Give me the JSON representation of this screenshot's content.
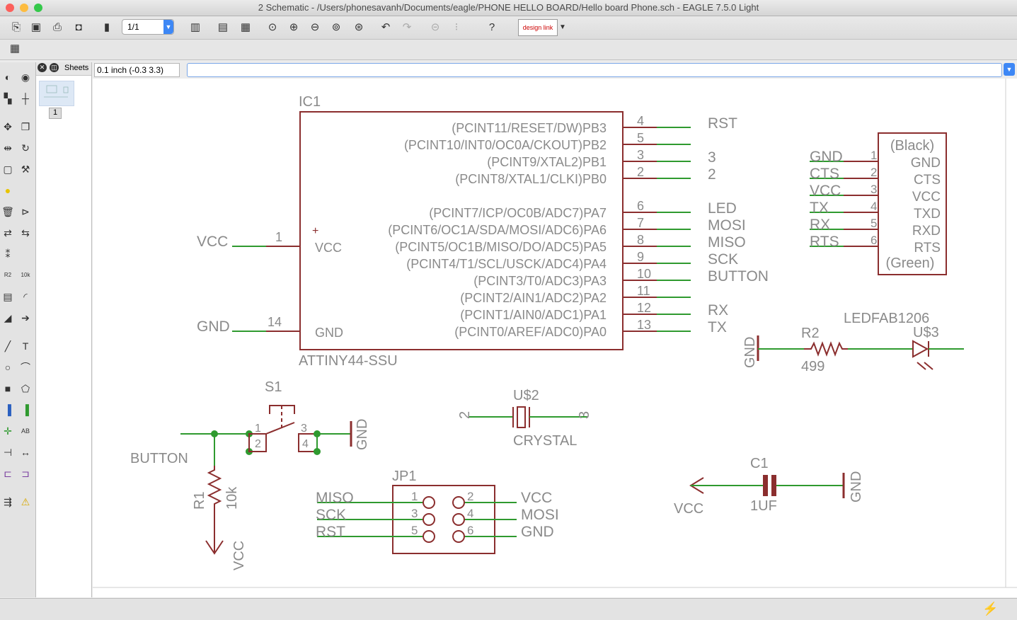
{
  "window": {
    "title": "2 Schematic - /Users/phonesavanh/Documents/eagle/PHONE HELLO BOARD/Hello board Phone.sch - EAGLE 7.5.0 Light"
  },
  "toolbar": {
    "sheet_value": "1/1",
    "designlink_label": "design link"
  },
  "sheets_panel": {
    "header": "Sheets",
    "sheet_number": "1"
  },
  "command_bar": {
    "coordinate": "0.1 inch (-0.3 3.3)",
    "command_value": ""
  },
  "schematic": {
    "ic1": {
      "name": "IC1",
      "value": "ATTINY44-SSU",
      "power_pins": [
        {
          "net": "VCC",
          "num": "1",
          "pin": "VCC"
        },
        {
          "net": "GND",
          "num": "14",
          "pin": "GND"
        }
      ],
      "pins": [
        {
          "label": "(PCINT11/RESET/DW)PB3",
          "num": "4",
          "net": "RST"
        },
        {
          "label": "(PCINT10/INT0/OC0A/CKOUT)PB2",
          "num": "5",
          "net": ""
        },
        {
          "label": "(PCINT9/XTAL2)PB1",
          "num": "3",
          "net": "3"
        },
        {
          "label": "(PCINT8/XTAL1/CLKI)PB0",
          "num": "2",
          "net": "2"
        },
        {
          "label": "(PCINT7/ICP/OC0B/ADC7)PA7",
          "num": "6",
          "net": "LED"
        },
        {
          "label": "(PCINT6/OC1A/SDA/MOSI/ADC6)PA6",
          "num": "7",
          "net": "MOSI"
        },
        {
          "label": "(PCINT5/OC1B/MISO/DO/ADC5)PA5",
          "num": "8",
          "net": "MISO"
        },
        {
          "label": "(PCINT4/T1/SCL/USCK/ADC4)PA4",
          "num": "9",
          "net": "SCK"
        },
        {
          "label": "(PCINT3/T0/ADC3)PA3",
          "num": "10",
          "net": "BUTTON"
        },
        {
          "label": "(PCINT2/AIN1/ADC2)PA2",
          "num": "11",
          "net": ""
        },
        {
          "label": "(PCINT1/AIN0/ADC1)PA1",
          "num": "12",
          "net": "RX"
        },
        {
          "label": "(PCINT0/AREF/ADC0)PA0",
          "num": "13",
          "net": "TX"
        }
      ]
    },
    "ftdi": {
      "top_label": "(Black)",
      "bottom_label": "(Green)",
      "pins": [
        {
          "net": "GND",
          "num": "1",
          "pin": "GND"
        },
        {
          "net": "CTS",
          "num": "2",
          "pin": "CTS"
        },
        {
          "net": "VCC",
          "num": "3",
          "pin": "VCC"
        },
        {
          "net": "TX",
          "num": "4",
          "pin": "TXD"
        },
        {
          "net": "RX",
          "num": "5",
          "pin": "RXD"
        },
        {
          "net": "RTS",
          "num": "6",
          "pin": "RTS"
        }
      ]
    },
    "led_circuit": {
      "gnd": "GND",
      "r2_name": "R2",
      "r2_value": "499",
      "led_value": "LEDFAB1206",
      "led_name": "U$3"
    },
    "button": {
      "name": "S1",
      "net": "BUTTON",
      "pin1": "1",
      "pin2": "2",
      "pin3": "3",
      "pin4": "4",
      "gnd": "GND",
      "r1_name": "R1",
      "r1_value": "10k",
      "vcc": "VCC"
    },
    "crystal": {
      "name": "U$2",
      "value": "CRYSTAL",
      "pin_left": "2",
      "pin_right": "3"
    },
    "jp1": {
      "name": "JP1",
      "left": [
        {
          "net": "MISO",
          "num": "1"
        },
        {
          "net": "SCK",
          "num": "3"
        },
        {
          "net": "RST",
          "num": "5"
        }
      ],
      "right": [
        {
          "net": "VCC",
          "num": "2"
        },
        {
          "net": "MOSI",
          "num": "4"
        },
        {
          "net": "GND",
          "num": "6"
        }
      ]
    },
    "capacitor": {
      "name": "C1",
      "value": "1UF",
      "vcc": "VCC",
      "gnd": "GND"
    }
  },
  "colors": {
    "symbol": "#8b2e2e",
    "net": "#2f9a2f",
    "text": "#8a8a8a",
    "grid_bg": "#ffffff"
  }
}
